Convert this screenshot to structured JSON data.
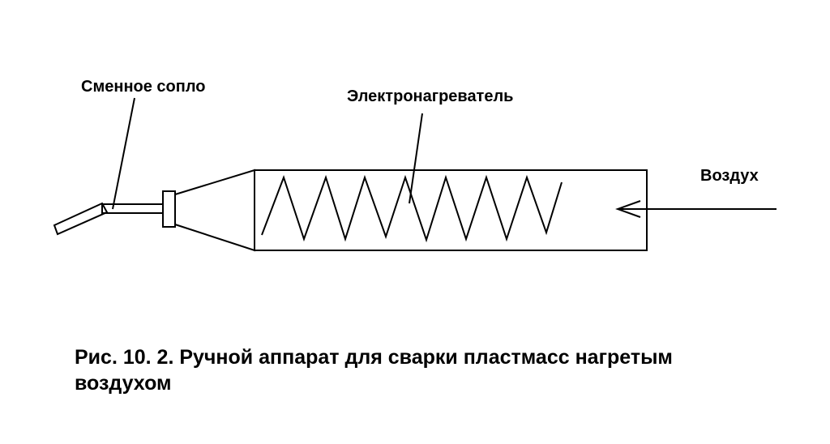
{
  "labels": {
    "nozzle": "Сменное сопло",
    "heater": "Электронагреватель",
    "air": "Воздух"
  },
  "caption": {
    "line1": "Рис. 10. 2. Ручной аппарат для сварки пластмасс нагретым",
    "line2": "воздухом"
  },
  "colors": {
    "stroke": "#000000",
    "background": "#ffffff"
  }
}
